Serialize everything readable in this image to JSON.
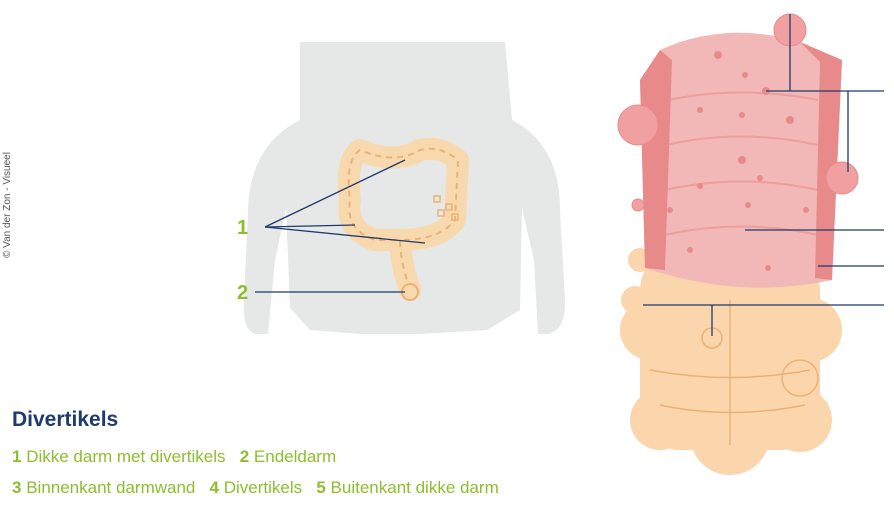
{
  "copyright": "© Van der Zon - Visueel",
  "labels": {
    "one": "1",
    "two": "2"
  },
  "legend": {
    "title": "Divertikels",
    "line1": [
      {
        "num": "1",
        "text": "Dikke darm met divertikels"
      },
      {
        "num": "2",
        "text": "Endeldarm"
      }
    ],
    "line2": [
      {
        "num": "3",
        "text": "Binnenkant darmwand"
      },
      {
        "num": "4",
        "text": "Divertikels"
      },
      {
        "num": "5",
        "text": "Buitenkant dikke darm"
      }
    ]
  },
  "colors": {
    "body_silhouette": "#e6e7e7",
    "colon": "#f8d9ad",
    "colon_outline": "#e9b377",
    "inner_wall": "#f2b8b7",
    "inner_wall_dark": "#e88a8a",
    "diverticula": "#f0a0a0",
    "outer_colon": "#fbd5ac",
    "label_green": "#8cbf2d",
    "title_navy": "#1e3a6e",
    "leader_line": "#1e3a6e"
  }
}
